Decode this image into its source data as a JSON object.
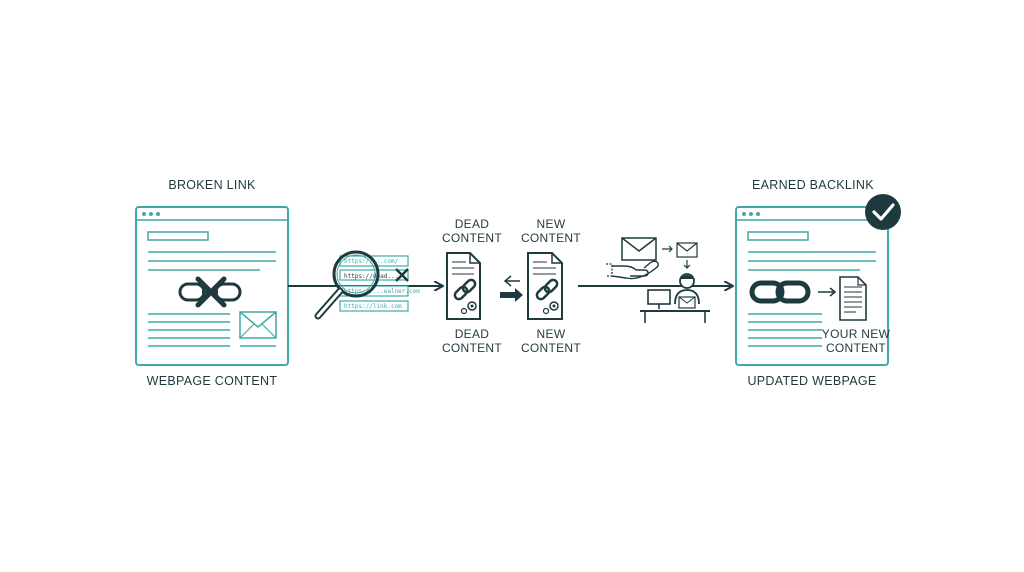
{
  "labels": {
    "broken_link": "BROKEN LINK",
    "webpage_content": "WEBPAGE CONTENT",
    "dead_content_top": "DEAD\nCONTENT",
    "new_content_top": "NEW\nCONTENT",
    "dead_content_bottom": "DEAD\nCONTENT",
    "new_content_bottom": "NEW\nCONTENT",
    "earned_backlink": "EARNED BACKLINK",
    "updated_webpage": "UPDATED WEBPAGE",
    "your_new_content": "YOUR NEW\nCONTENT"
  },
  "search_results": {
    "url1": "https://...com/",
    "url2": "https://dead...",
    "url3": "https://...ealner.com",
    "url4": "https://link.com"
  },
  "colors": {
    "teal": "#3fa9a7",
    "dark": "#1f3a3e",
    "check_badge": "#1f3a3e"
  },
  "icons": [
    "broken-chain-icon",
    "x-mark-icon",
    "envelope-icon",
    "magnifier-icon",
    "document-icon",
    "gear-icon",
    "hand-icon",
    "person-at-desk-icon",
    "chain-link-icon",
    "check-badge-icon",
    "arrow-icon"
  ]
}
